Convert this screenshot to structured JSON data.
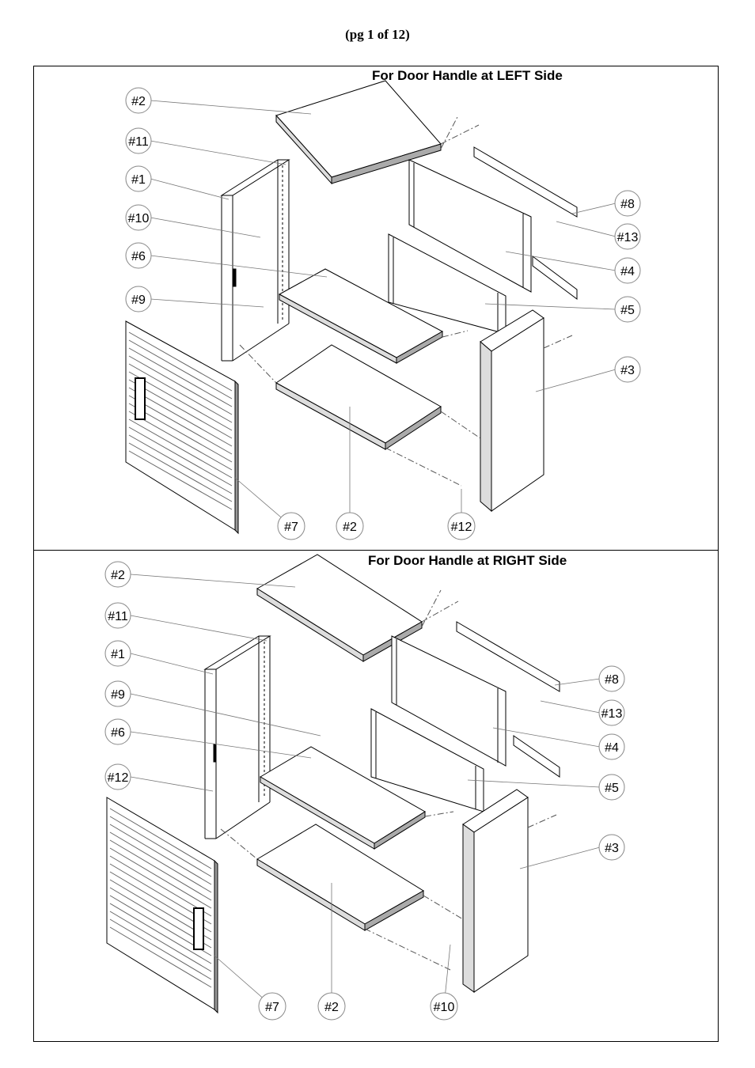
{
  "page_label": "(pg 1 of 12)",
  "panels": [
    {
      "heading": "For Door Handle at LEFT Side",
      "callouts": [
        "#2",
        "#11",
        "#1",
        "#10",
        "#6",
        "#9",
        "#7",
        "#2",
        "#12",
        "#8",
        "#13",
        "#4",
        "#5",
        "#3"
      ]
    },
    {
      "heading": "For Door Handle at RIGHT Side",
      "callouts": [
        "#2",
        "#11",
        "#1",
        "#9",
        "#6",
        "#12",
        "#7",
        "#2",
        "#10",
        "#8",
        "#13",
        "#4",
        "#5",
        "#3"
      ]
    }
  ]
}
